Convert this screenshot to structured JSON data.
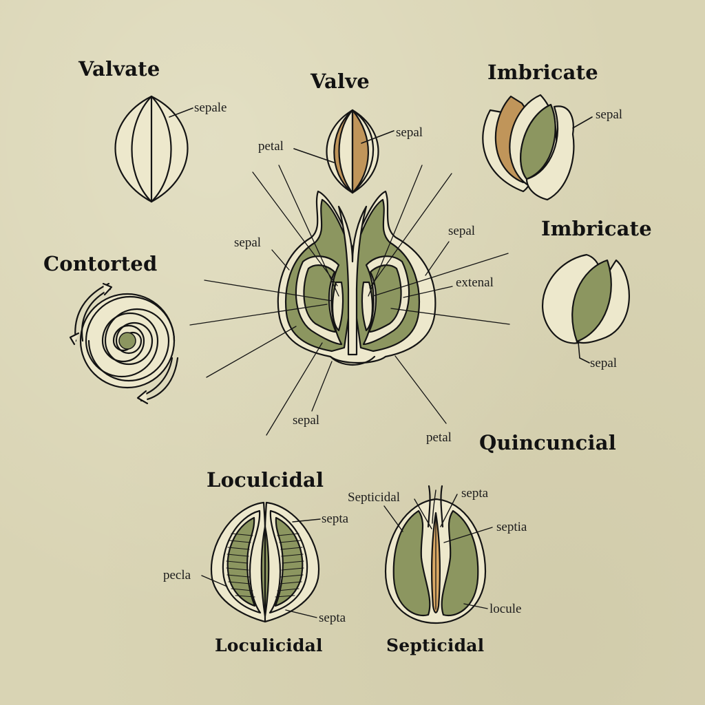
{
  "colors": {
    "background": "#d9d4b4",
    "cream": "#ede8cc",
    "olive": "#8c9660",
    "olive_dark": "#7d8752",
    "tan": "#c0955a",
    "ink": "#141414"
  },
  "panels": {
    "valvate": {
      "title": "Valvate",
      "labels": [
        "sepale"
      ]
    },
    "valve": {
      "title": "Valve",
      "labels": [
        "petal",
        "sepal"
      ]
    },
    "imbricate_top": {
      "title": "Imbricate",
      "labels": [
        "sepal"
      ]
    },
    "imbricate_right": {
      "title": "Imbricate",
      "labels": [
        "sepal"
      ]
    },
    "contorted": {
      "title": "Contorted",
      "labels": []
    },
    "center_section": {
      "labels": [
        "sepal",
        "sepal",
        "extenal",
        "sepal",
        "petal"
      ]
    },
    "quincuncial": {
      "title": "Quincuncial"
    },
    "loculcidal": {
      "title_top": "Loculcidal",
      "title_bottom": "Loculicidal",
      "labels": [
        "septa",
        "pecla",
        "septa"
      ]
    },
    "septicidal": {
      "title": "Septicidal",
      "labels": [
        "Septicidal",
        "septa",
        "septia",
        "locule"
      ]
    }
  }
}
